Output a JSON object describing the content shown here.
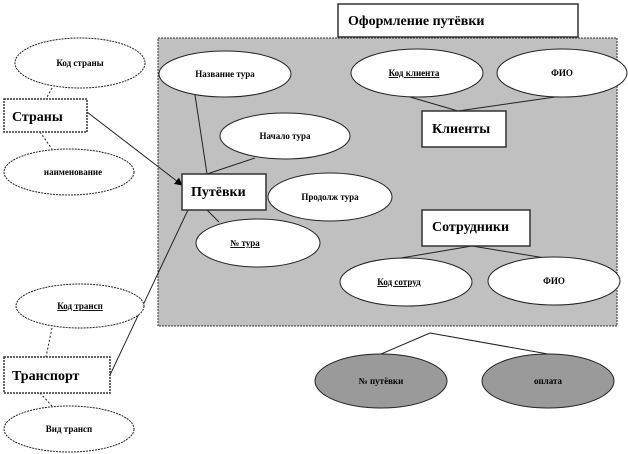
{
  "title": "Оформление путёвки",
  "entities": {
    "countries": "Страны",
    "vouchers": "Путёвки",
    "clients": "Клиенты",
    "employees": "Сотрудники",
    "transport": "Транспорт"
  },
  "attributes": {
    "country_code": "Код страны",
    "country_name": "наименование",
    "tour_name": "Название тура",
    "tour_start": "Начало тура",
    "tour_duration": "Продолж тура",
    "tour_no": "№ тура",
    "client_code": "Код клиента",
    "client_fio": "ФИО",
    "employee_code": "Код сотруд",
    "employee_fio": "ФИО",
    "transport_code": "Код трансп",
    "transport_type": "Вид трансп",
    "voucher_no": "№ путёвки",
    "payment": "оплата"
  }
}
